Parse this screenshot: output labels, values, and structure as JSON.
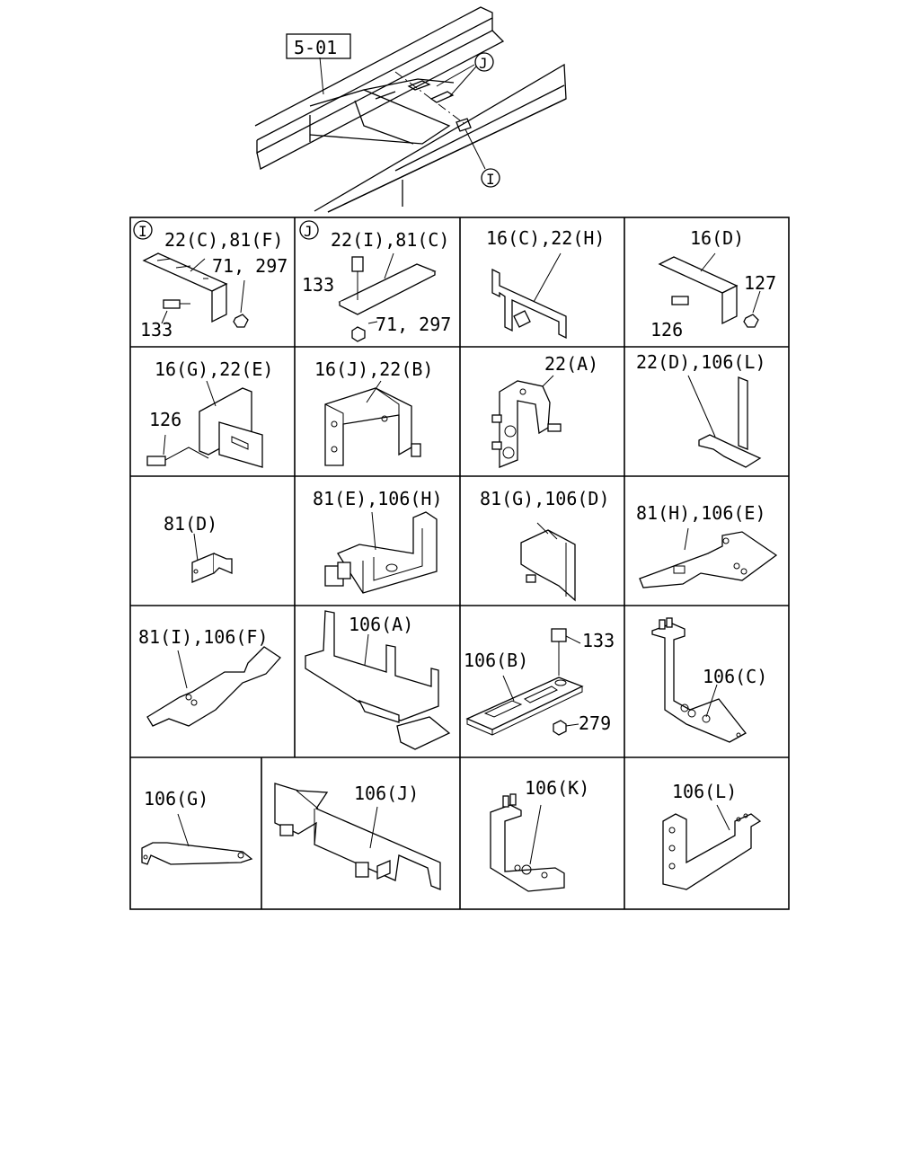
{
  "ref_box": "5-01",
  "circle_I": "I",
  "circle_J": "J",
  "cells": [
    {
      "id": "c1",
      "marker": "I",
      "labels": [
        "22(C),81(F)",
        "71, 297",
        "133"
      ]
    },
    {
      "id": "c2",
      "marker": "J",
      "labels": [
        "22(I),81(C)",
        "133",
        "71, 297"
      ]
    },
    {
      "id": "c3",
      "labels": [
        "16(C),22(H)"
      ]
    },
    {
      "id": "c4",
      "labels": [
        "16(D)",
        "127",
        "126"
      ]
    },
    {
      "id": "c5",
      "labels": [
        "16(G),22(E)",
        "126"
      ]
    },
    {
      "id": "c6",
      "labels": [
        "16(J),22(B)"
      ]
    },
    {
      "id": "c7",
      "labels": [
        "22(A)"
      ]
    },
    {
      "id": "c8",
      "labels": [
        "22(D),106(L)"
      ]
    },
    {
      "id": "c9",
      "labels": [
        "81(D)"
      ]
    },
    {
      "id": "c10",
      "labels": [
        "81(E),106(H)"
      ]
    },
    {
      "id": "c11",
      "labels": [
        "81(G),106(D)"
      ]
    },
    {
      "id": "c12",
      "labels": [
        "81(H),106(E)"
      ]
    },
    {
      "id": "c13",
      "labels": [
        "81(I),106(F)"
      ]
    },
    {
      "id": "c14",
      "labels": [
        "106(A)"
      ]
    },
    {
      "id": "c15",
      "labels": [
        "106(B)",
        "133",
        "279"
      ]
    },
    {
      "id": "c16",
      "labels": [
        "106(C)"
      ]
    },
    {
      "id": "c17",
      "labels": [
        "106(G)"
      ]
    },
    {
      "id": "c18",
      "labels": [
        "106(J)"
      ]
    },
    {
      "id": "c19",
      "labels": [
        "106(K)"
      ]
    },
    {
      "id": "c20",
      "labels": [
        "106(L)"
      ]
    }
  ]
}
